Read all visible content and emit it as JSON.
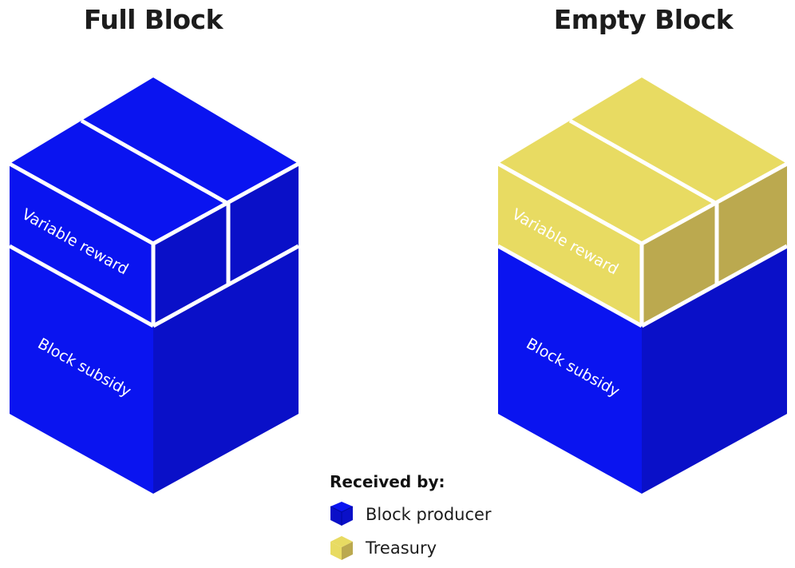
{
  "diagram": {
    "left_block": {
      "title": "Full Block",
      "top_label": "Variable reward",
      "bottom_label": "Block subsidy",
      "top_recipient": "Block producer",
      "bottom_recipient": "Block producer"
    },
    "right_block": {
      "title": "Empty Block",
      "top_label": "Variable reward",
      "bottom_label": "Block subsidy",
      "top_recipient": "Treasury",
      "bottom_recipient": "Block producer"
    }
  },
  "legend": {
    "heading": "Received by:",
    "items": [
      {
        "label": "Block producer",
        "icon": "blue-cube-icon"
      },
      {
        "label": "Treasury",
        "icon": "yellow-cube-icon"
      }
    ]
  },
  "colors": {
    "block_producer_front": "#0a14f0",
    "block_producer_side": "#0a10c8",
    "treasury_front": "#e8db62",
    "treasury_side": "#bba94f",
    "divider": "#ffffff"
  }
}
